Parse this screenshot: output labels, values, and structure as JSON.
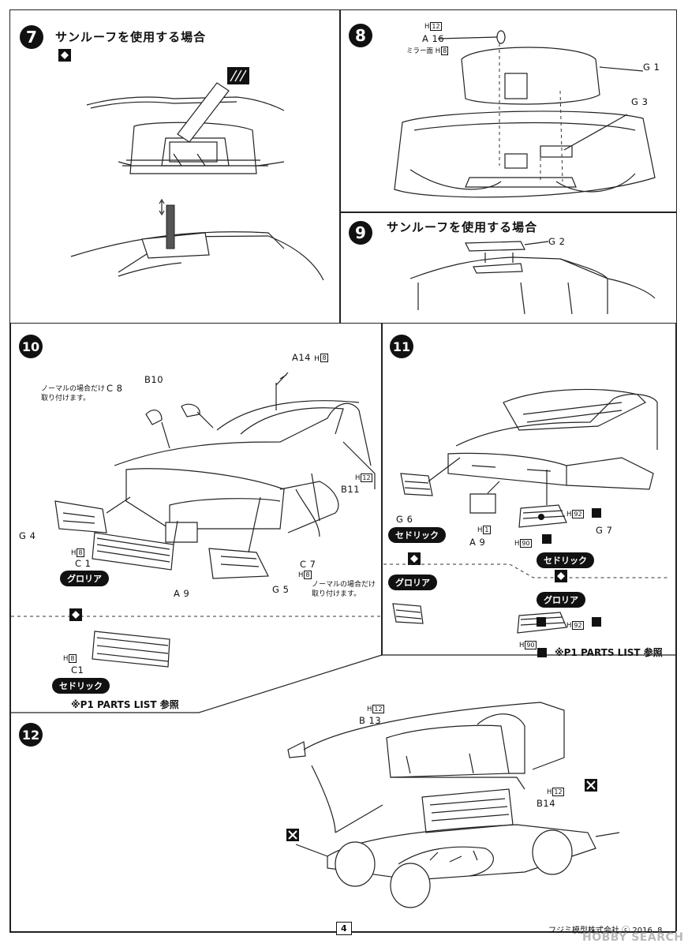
{
  "steps": {
    "s7": {
      "number": "7",
      "title": "サンルーフを使用する場合"
    },
    "s8": {
      "number": "8",
      "labels": {
        "a16": "A 16",
        "a16_h": "12",
        "mirror": "ミラー面",
        "mirror_h": "8",
        "g1": "G 1",
        "g3": "G 3"
      }
    },
    "s9": {
      "number": "9",
      "title": "サンルーフを使用する場合",
      "labels": {
        "g2": "G 2"
      }
    },
    "s10": {
      "number": "10",
      "labels": {
        "a14": "A14",
        "a14_h": "8",
        "b10": "B10",
        "c8": "C 8",
        "note_normal": "ノーマルの場合だけ",
        "note_attach": "取り付けます。",
        "b11": "B11",
        "b11_h": "12",
        "g4": "G 4",
        "c1": "C 1",
        "c1_h": "8",
        "gloria": "グロリア",
        "a9": "A  9",
        "g5": "G 5",
        "c7": "C 7",
        "c7_h": "8",
        "note2_normal": "ノーマルの場合だけ",
        "note2_attach": "取り付けます。",
        "c1b": "C1",
        "c1b_h": "8",
        "cedric": "セドリック",
        "ref": "※P1 PARTS LIST 参照"
      }
    },
    "s11": {
      "number": "11",
      "labels": {
        "g6": "G 6",
        "cedric": "セドリック",
        "a9": "A  9",
        "a9_h": "1",
        "h92": "92",
        "h90": "90",
        "g7": "G 7",
        "cedric2": "セドリック",
        "gloria": "グロリア",
        "gloria2": "グロリア",
        "h92b": "92",
        "h90b": "90",
        "ref": "※P1 PARTS LIST 参照"
      }
    },
    "s12": {
      "number": "12",
      "labels": {
        "b13": "B 13",
        "b13_h": "12",
        "b14": "B14",
        "b14_h": "12"
      }
    }
  },
  "footer": {
    "page": "4",
    "company": "フジミ模型株式会社 ⓒ 2016. 8",
    "watermark": "HOBBY SEARCH"
  },
  "h_prefix": "H"
}
